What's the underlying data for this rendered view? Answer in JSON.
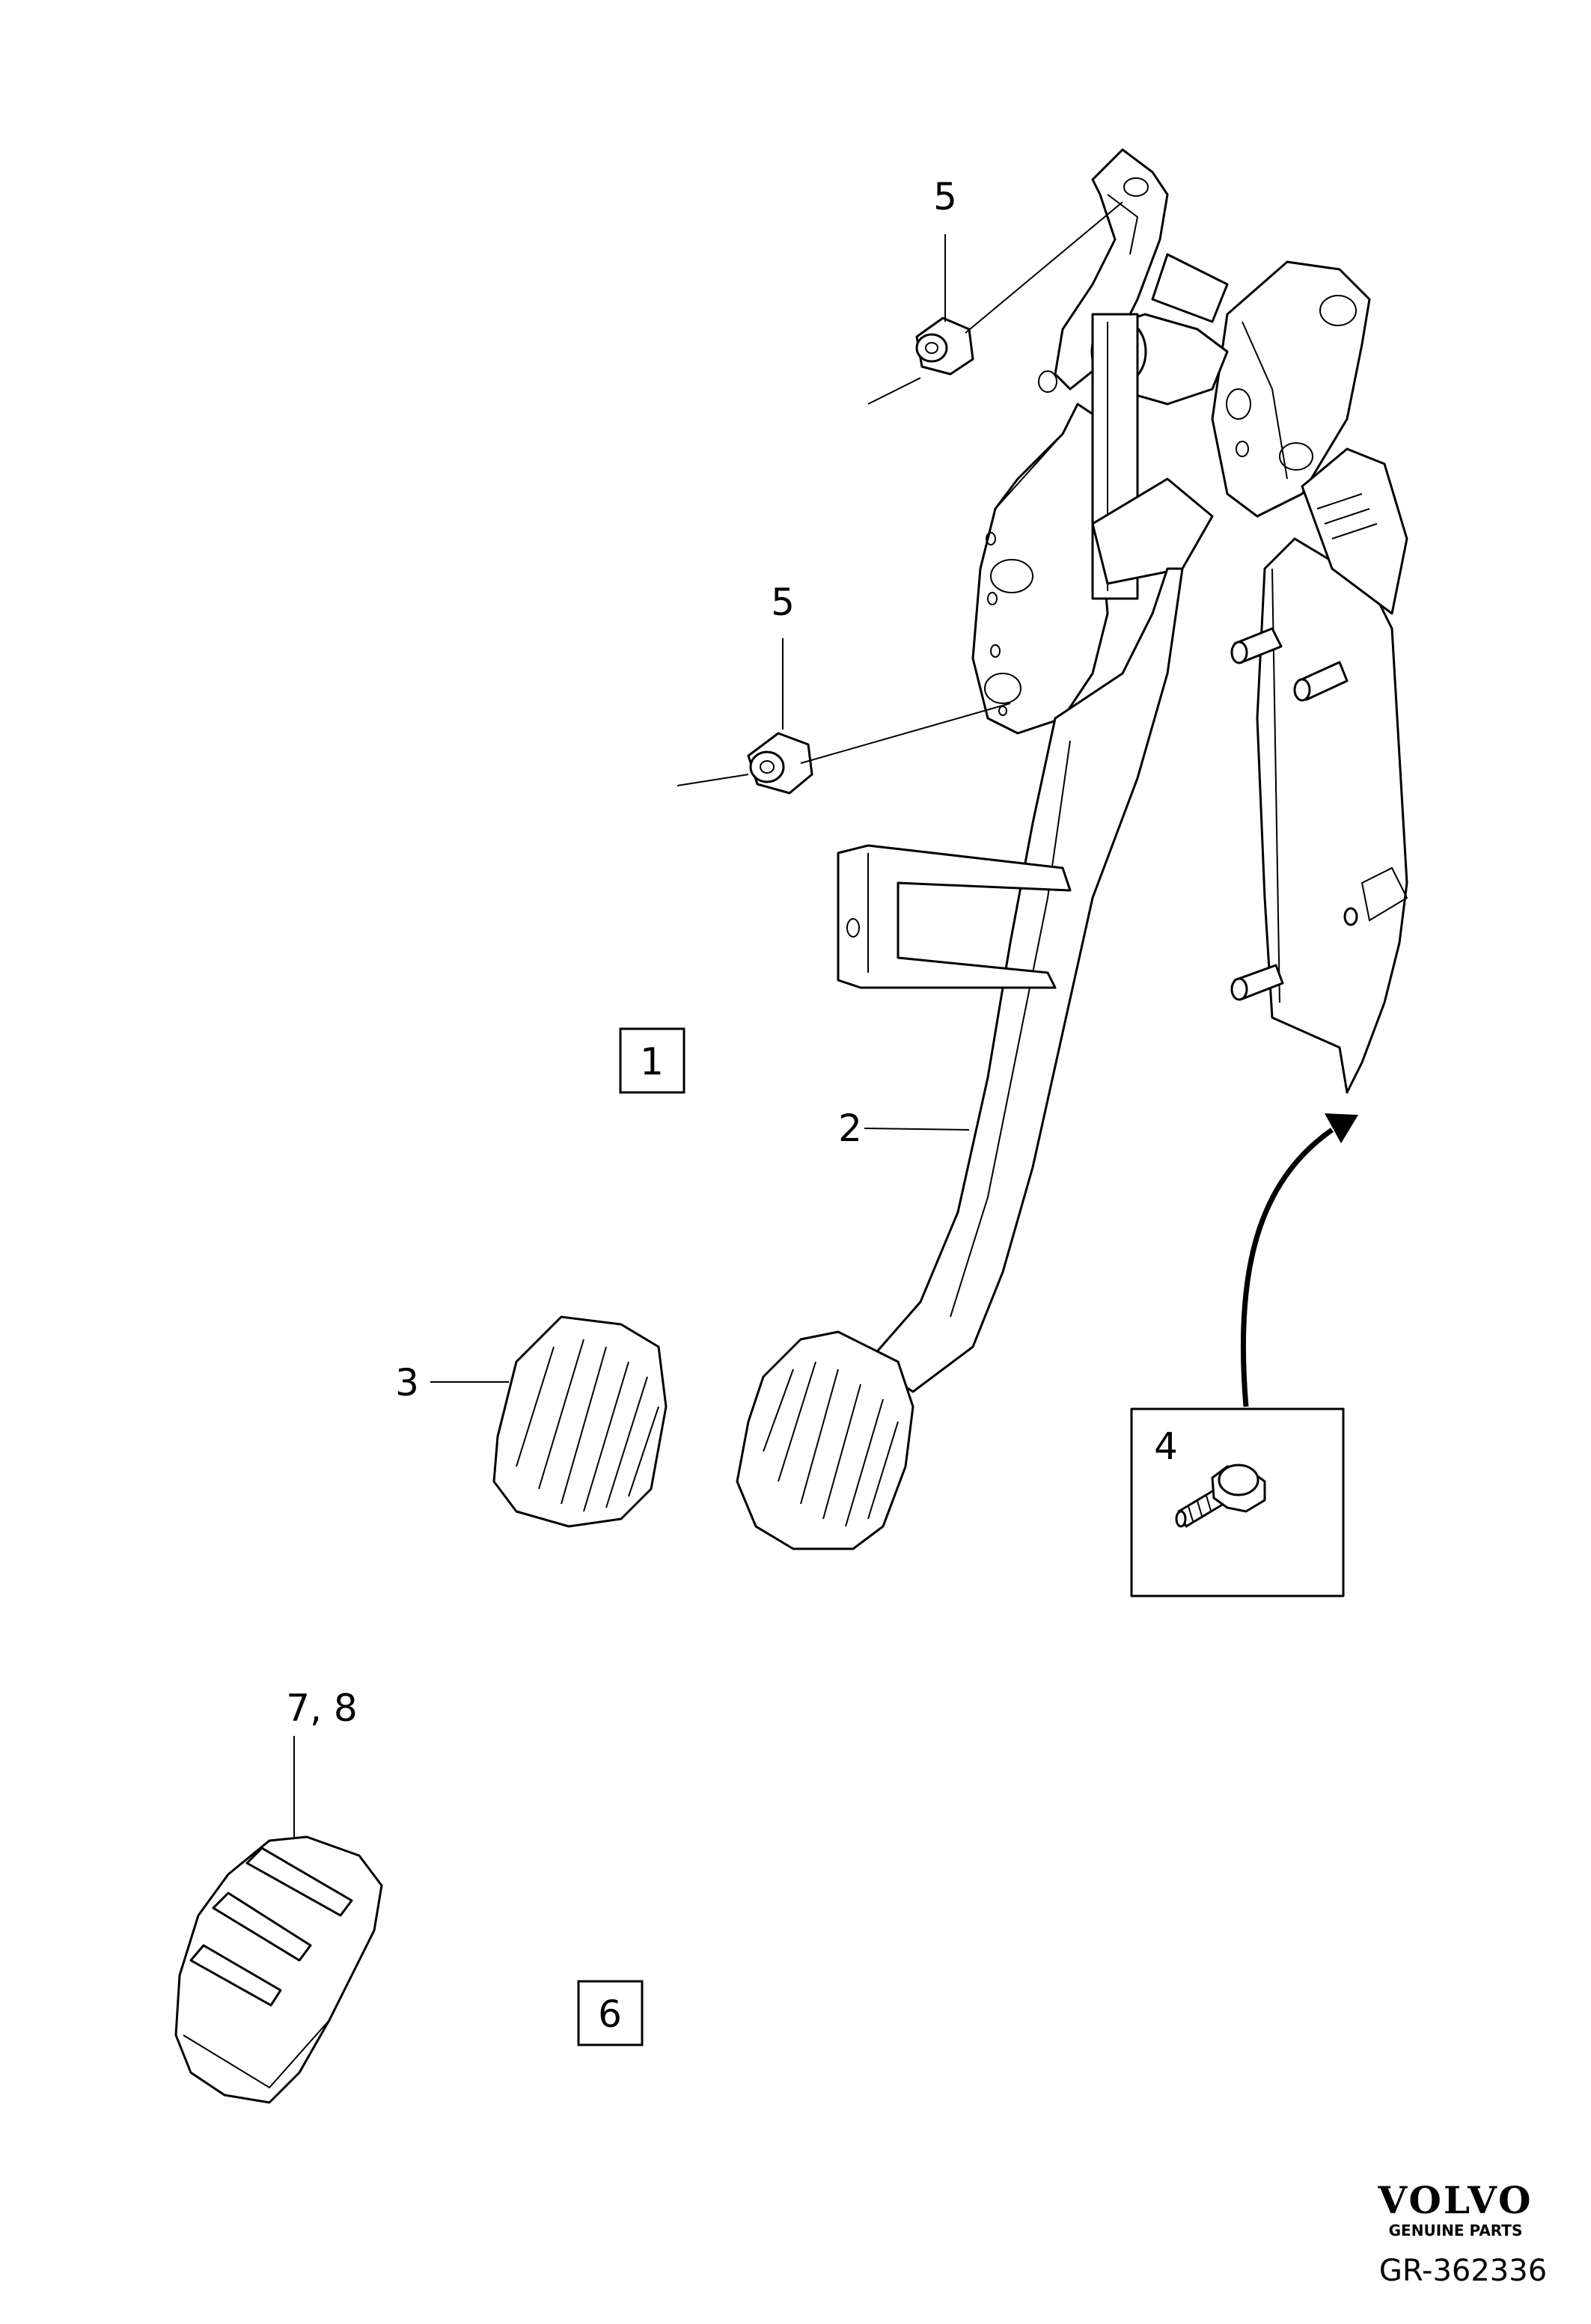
{
  "callouts": {
    "part_1": "1",
    "part_2": "2",
    "part_3": "3",
    "part_4": "4",
    "part_5_upper": "5",
    "part_5_lower": "5",
    "part_6": "6",
    "part_7_8": "7, 8"
  },
  "brand": {
    "name": "VOLVO",
    "tagline": "GENUINE PARTS"
  },
  "reference": "GR-362336",
  "colors": {
    "line": "#000000",
    "background": "#ffffff"
  }
}
